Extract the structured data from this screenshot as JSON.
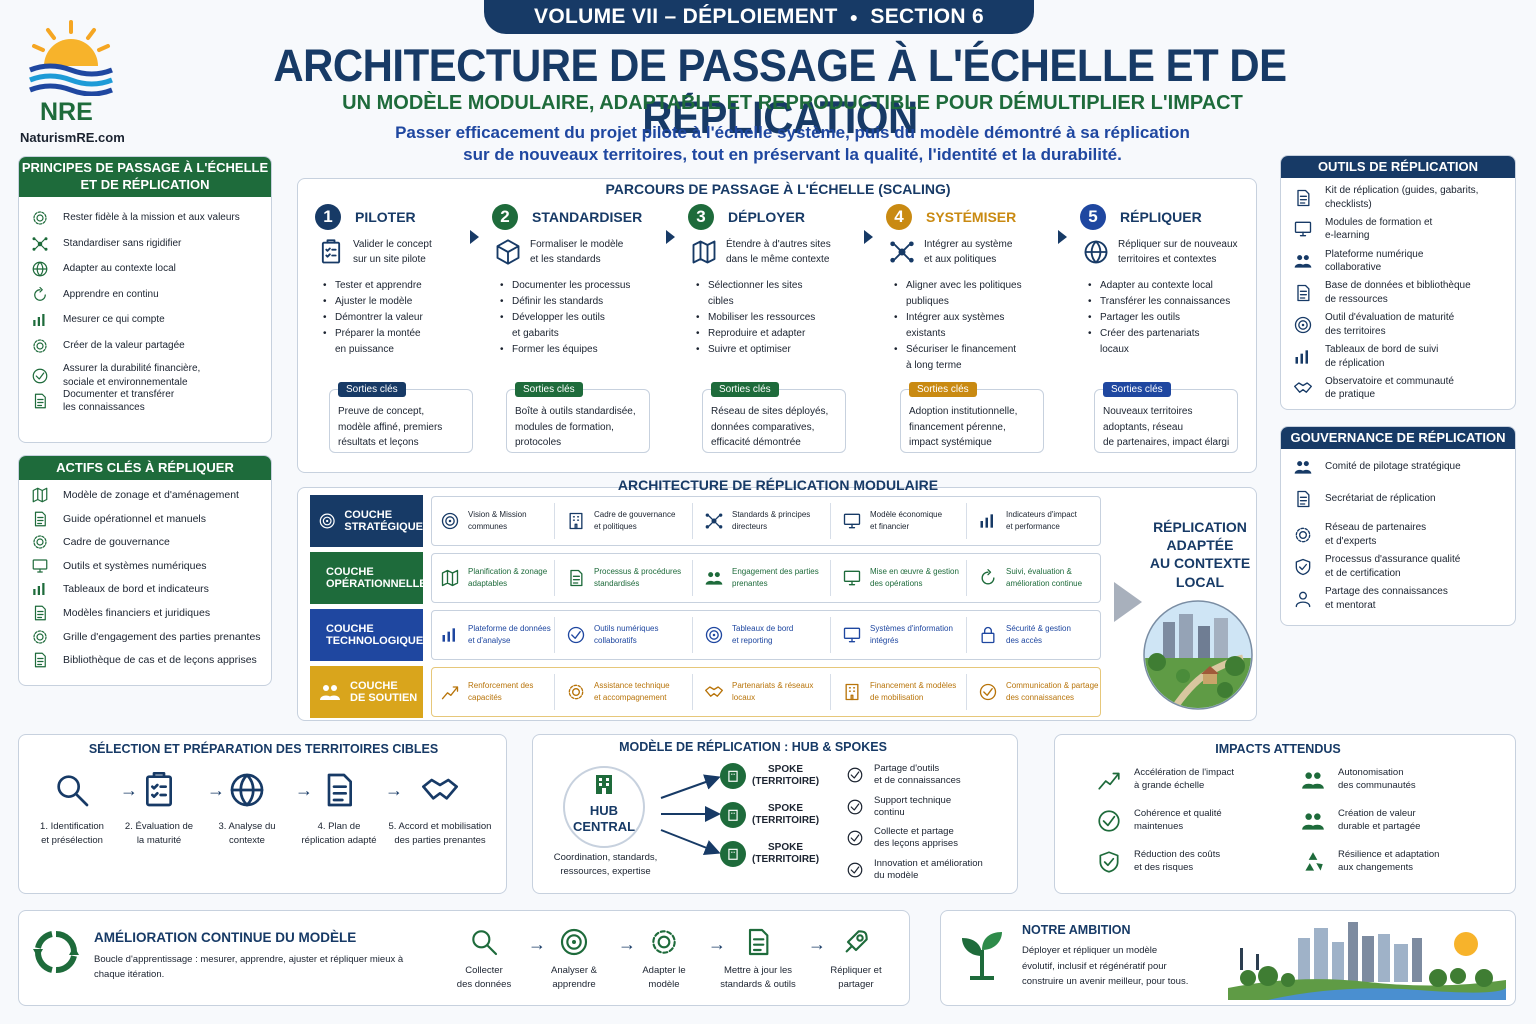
{
  "header": {
    "volume": "VOLUME VII – DÉPLOIEMENT",
    "section": "SECTION 6",
    "title": "ARCHITECTURE DE PASSAGE À L'ÉCHELLE ET DE RÉPLICATION",
    "subtitle": "UN MODÈLE MODULAIRE, ADAPTABLE ET REPRODUCTIBLE POUR DÉMULTIPLIER L'IMPACT",
    "intro_line1": "Passer efficacement du projet pilote à l'échelle système, puis du modèle démontré à sa réplication",
    "intro_line2": "sur de nouveaux territoires, tout en préservant la qualité, l'identité et la durabilité."
  },
  "logo": {
    "name": "NRE",
    "url": "NaturismRE.com"
  },
  "colors": {
    "navy": "#173a66",
    "green": "#1e6b3b",
    "blue": "#1f47a0",
    "orange": "#c98a12",
    "gold": "#d9a51c"
  },
  "principles": {
    "title_line1": "PRINCIPES DE PASSAGE À L'ÉCHELLE",
    "title_line2": "ET DE RÉPLICATION",
    "items": [
      {
        "icon": "target-gear-icon",
        "line1": "Rester fidèle à la mission et aux valeurs",
        "line2": ""
      },
      {
        "icon": "network-icon",
        "line1": "Standardiser sans rigidifier",
        "line2": ""
      },
      {
        "icon": "globe-adapt-icon",
        "line1": "Adapter au contexte local",
        "line2": ""
      },
      {
        "icon": "learning-cycle-icon",
        "line1": "Apprendre en continu",
        "line2": ""
      },
      {
        "icon": "chart-icon",
        "line1": "Mesurer ce qui compte",
        "line2": ""
      },
      {
        "icon": "value-gear-icon",
        "line1": "Créer de la valeur partagée",
        "line2": ""
      },
      {
        "icon": "sustainability-icon",
        "line1": "Assurer la durabilité financière,",
        "line2": "sociale et environnementale"
      },
      {
        "icon": "document-transfer-icon",
        "line1": "Documenter et transférer",
        "line2": "les connaissances"
      }
    ]
  },
  "assets": {
    "title": "ACTIFS CLÉS À RÉPLIQUER",
    "items": [
      {
        "icon": "map-book-icon",
        "label": "Modèle de zonage et d'aménagement"
      },
      {
        "icon": "manual-icon",
        "label": "Guide opérationnel et manuels"
      },
      {
        "icon": "governance-gear-icon",
        "label": "Cadre de gouvernance"
      },
      {
        "icon": "digital-tools-icon",
        "label": "Outils et systèmes numériques"
      },
      {
        "icon": "dashboard-icon",
        "label": "Tableaux de bord et indicateurs"
      },
      {
        "icon": "legal-icon",
        "label": "Modèles financiers et juridiques"
      },
      {
        "icon": "stakeholder-icon",
        "label": "Grille d'engagement des parties prenantes"
      },
      {
        "icon": "library-icon",
        "label": "Bibliothèque de cas et de leçons apprises"
      }
    ]
  },
  "scaling": {
    "title": "PARCOURS DE PASSAGE À L'ÉCHELLE (SCALING)",
    "outputs_label": "Sorties clés",
    "stages": [
      {
        "num": "1",
        "name": "PILOTER",
        "color": "#173a66",
        "icon": "checklist-icon",
        "desc1": "Valider le concept",
        "desc2": "sur un site pilote",
        "bullets": [
          "Tester et apprendre",
          "Ajuster le modèle",
          "Démontrer la valeur",
          "Préparer la montée",
          "en puissance"
        ],
        "outputs": [
          "Preuve de concept,",
          "modèle affiné, premiers",
          "résultats et leçons"
        ]
      },
      {
        "num": "2",
        "name": "STANDARDISER",
        "color": "#1e6b3b",
        "icon": "box-icon",
        "desc1": "Formaliser le modèle",
        "desc2": "et les standards",
        "bullets": [
          "Documenter les processus",
          "Définir les standards",
          "Développer les outils",
          "et gabarits",
          "Former les équipes"
        ],
        "outputs": [
          "Boîte à outils standardisée,",
          "modules de formation,",
          "protocoles"
        ]
      },
      {
        "num": "3",
        "name": "DÉPLOYER",
        "color": "#1e6b3b",
        "icon": "map-pin-icon",
        "desc1": "Étendre à d'autres sites",
        "desc2": "dans le même contexte",
        "bullets": [
          "Sélectionner les sites",
          "cibles",
          "Mobiliser les ressources",
          "Reproduire et adapter",
          "Suivre et optimiser"
        ],
        "outputs": [
          "Réseau de sites déployés,",
          "données comparatives,",
          "efficacité démontrée"
        ]
      },
      {
        "num": "4",
        "name": "SYSTÉMISER",
        "color": "#c98a12",
        "icon": "system-network-icon",
        "desc1": "Intégrer au système",
        "desc2": "et aux politiques",
        "bullets": [
          "Aligner avec les politiques",
          "publiques",
          "Intégrer aux systèmes",
          "existants",
          "Sécuriser le financement",
          "à long terme"
        ],
        "outputs": [
          "Adoption institutionnelle,",
          "financement pérenne,",
          "impact systémique"
        ]
      },
      {
        "num": "5",
        "name": "RÉPLIQUER",
        "color": "#1f47a0",
        "icon": "globe-icon",
        "desc1": "Répliquer sur de nouveaux",
        "desc2": "territoires et contextes",
        "bullets": [
          "Adapter au contexte local",
          "Transférer les connaissances",
          "Partager les outils",
          "Créer des partenariats",
          "locaux"
        ],
        "outputs": [
          "Nouveaux territoires",
          "adoptants, réseau",
          "de partenaires, impact élargi"
        ]
      }
    ]
  },
  "architecture": {
    "title": "ARCHITECTURE DE RÉPLICATION MODULAIRE",
    "right_label": [
      "RÉPLICATION",
      "ADAPTÉE",
      "AU CONTEXTE",
      "LOCAL"
    ],
    "layers": [
      {
        "name1": "COUCHE",
        "name2": "STRATÉGIQUE",
        "color": "#173a66",
        "text_color": "#173a66",
        "icon": "target-icon",
        "cells": [
          [
            "Vision & Mission",
            "communes",
            "vision-icon"
          ],
          [
            "Cadre de gouvernance",
            "et politiques",
            "building-icon"
          ],
          [
            "Standards & principes",
            "directeurs",
            "standards-icon"
          ],
          [
            "Modèle économique",
            "et financier",
            "finance-icon"
          ],
          [
            "Indicateurs d'impact",
            "et performance",
            "kpi-icon"
          ]
        ]
      },
      {
        "name1": "COUCHE",
        "name2": "OPÉRATIONNELLE",
        "color": "#1e6b3b",
        "text_color": "#1e6b3b",
        "icon": "gears-icon",
        "cells": [
          [
            "Planification & zonage",
            "adaptables",
            "planning-icon"
          ],
          [
            "Processus & procédures",
            "standardisés",
            "process-icon"
          ],
          [
            "Engagement des parties",
            "prenantes",
            "people-icon"
          ],
          [
            "Mise en œuvre & gestion",
            "des opérations",
            "operations-icon"
          ],
          [
            "Suivi, évaluation &",
            "amélioration continue",
            "cycle-icon"
          ]
        ]
      },
      {
        "name1": "COUCHE",
        "name2": "TECHNOLOGIQUE",
        "color": "#1f47a0",
        "text_color": "#1f47a0",
        "icon": "monitor-icon",
        "cells": [
          [
            "Plateforme de données",
            "et d'analyse",
            "data-icon"
          ],
          [
            "Outils numériques",
            "collaboratifs",
            "collab-icon"
          ],
          [
            "Tableaux de bord",
            "et reporting",
            "gauge-icon"
          ],
          [
            "Systèmes d'information",
            "intégrés",
            "infosys-icon"
          ],
          [
            "Sécurité & gestion",
            "des accès",
            "lock-icon"
          ]
        ]
      },
      {
        "name1": "COUCHE",
        "name2": "DE SOUTIEN",
        "color": "#d9a51c",
        "text_color": "#b8740a",
        "icon": "support-people-icon",
        "cells": [
          [
            "Renforcement des",
            "capacités",
            "capacity-icon"
          ],
          [
            "Assistance technique",
            "et accompagnement",
            "assistance-icon"
          ],
          [
            "Partenariats & réseaux",
            "locaux",
            "partnership-icon"
          ],
          [
            "Financement & modèles",
            "de mobilisation",
            "funding-icon"
          ],
          [
            "Communication & partage",
            "des connaissances",
            "communication-icon"
          ]
        ]
      }
    ]
  },
  "tools": {
    "title": "OUTILS DE RÉPLICATION",
    "items": [
      {
        "icon": "kit-icon",
        "line1": "Kit de réplication (guides, gabarits,",
        "line2": "checklists)"
      },
      {
        "icon": "training-icon",
        "line1": "Modules de formation et",
        "line2": "e-learning"
      },
      {
        "icon": "platform-icon",
        "line1": "Plateforme numérique",
        "line2": "collaborative"
      },
      {
        "icon": "database-icon",
        "line1": "Base de données et bibliothèque",
        "line2": "de ressources"
      },
      {
        "icon": "maturity-icon",
        "line1": "Outil d'évaluation de maturité",
        "line2": "des territoires"
      },
      {
        "icon": "dashboard-tracking-icon",
        "line1": "Tableaux de bord de suivi",
        "line2": "de réplication"
      },
      {
        "icon": "handshake-icon",
        "line1": "Observatoire et communauté",
        "line2": "de pratique"
      }
    ]
  },
  "governance": {
    "title": "GOUVERNANCE DE RÉPLICATION",
    "items": [
      {
        "icon": "committee-icon",
        "line1": "Comité de pilotage stratégique",
        "line2": ""
      },
      {
        "icon": "secretariat-icon",
        "line1": "Secrétariat de réplication",
        "line2": ""
      },
      {
        "icon": "experts-network-icon",
        "line1": "Réseau de partenaires",
        "line2": "et d'experts"
      },
      {
        "icon": "quality-icon",
        "line1": "Processus d'assurance qualité",
        "line2": "et de certification"
      },
      {
        "icon": "mentor-icon",
        "line1": "Partage des connaissances",
        "line2": "et mentorat"
      }
    ]
  },
  "selection": {
    "title": "SÉLECTION ET PRÉPARATION DES TERRITOIRES CIBLES",
    "steps": [
      {
        "icon": "magnifier-icon",
        "line1": "1. Identification",
        "line2": "et présélection"
      },
      {
        "icon": "clipboard-icon",
        "line1": "2. Évaluation de",
        "line2": "la maturité"
      },
      {
        "icon": "globe-pin-icon",
        "line1": "3. Analyse du",
        "line2": "contexte"
      },
      {
        "icon": "plan-doc-icon",
        "line1": "4. Plan de",
        "line2": "réplication adapté"
      },
      {
        "icon": "handshake-icon",
        "line1": "5. Accord et mobilisation",
        "line2": "des parties prenantes"
      }
    ]
  },
  "hub": {
    "title": "MODÈLE DE RÉPLICATION : HUB & SPOKES",
    "hub_line1": "HUB",
    "hub_line2": "CENTRAL",
    "hub_caption1": "Coordination, standards,",
    "hub_caption2": "ressources, expertise",
    "spokes": [
      {
        "line1": "SPOKE",
        "line2": "(TERRITOIRE)"
      },
      {
        "line1": "SPOKE",
        "line2": "(TERRITOIRE)"
      },
      {
        "line1": "SPOKE",
        "line2": "(TERRITOIRE)"
      }
    ],
    "checks": [
      {
        "line1": "Partage d'outils",
        "line2": "et de connaissances"
      },
      {
        "line1": "Support technique",
        "line2": "continu"
      },
      {
        "line1": "Collecte et partage",
        "line2": "des leçons apprises"
      },
      {
        "line1": "Innovation et amélioration",
        "line2": "du modèle"
      }
    ]
  },
  "impacts": {
    "title": "IMPACTS ATTENDUS",
    "items": [
      {
        "icon": "growth-icon",
        "line1": "Accélération de l'impact",
        "line2": "à grande échelle"
      },
      {
        "icon": "community-icon",
        "line1": "Autonomisation",
        "line2": "des communautés"
      },
      {
        "icon": "quality-badge-icon",
        "line1": "Cohérence et qualité",
        "line2": "maintenues"
      },
      {
        "icon": "value-icon",
        "line1": "Création de valeur",
        "line2": "durable et partagée"
      },
      {
        "icon": "shield-icon",
        "line1": "Réduction des coûts",
        "line2": "et des risques"
      },
      {
        "icon": "recycle-icon",
        "line1": "Résilience et adaptation",
        "line2": "aux changements"
      }
    ]
  },
  "improvement": {
    "title": "AMÉLIORATION CONTINUE DU MODÈLE",
    "desc1": "Boucle d'apprentissage : mesurer, apprendre, ajuster et répliquer mieux à",
    "desc2": "chaque itération.",
    "steps": [
      {
        "icon": "collect-icon",
        "line1": "Collecter",
        "line2": "des données"
      },
      {
        "icon": "analyze-icon",
        "line1": "Analyser &",
        "line2": "apprendre"
      },
      {
        "icon": "adapt-icon",
        "line1": "Adapter le",
        "line2": "modèle"
      },
      {
        "icon": "update-icon",
        "line1": "Mettre à jour les",
        "line2": "standards & outils"
      },
      {
        "icon": "rocket-icon",
        "line1": "Répliquer et",
        "line2": "partager"
      }
    ]
  },
  "ambition": {
    "title": "NOTRE AMBITION",
    "line1": "Déployer et répliquer un modèle",
    "line2": "évolutif, inclusif et régénératif pour",
    "line3": "construire un avenir meilleur, pour tous."
  }
}
